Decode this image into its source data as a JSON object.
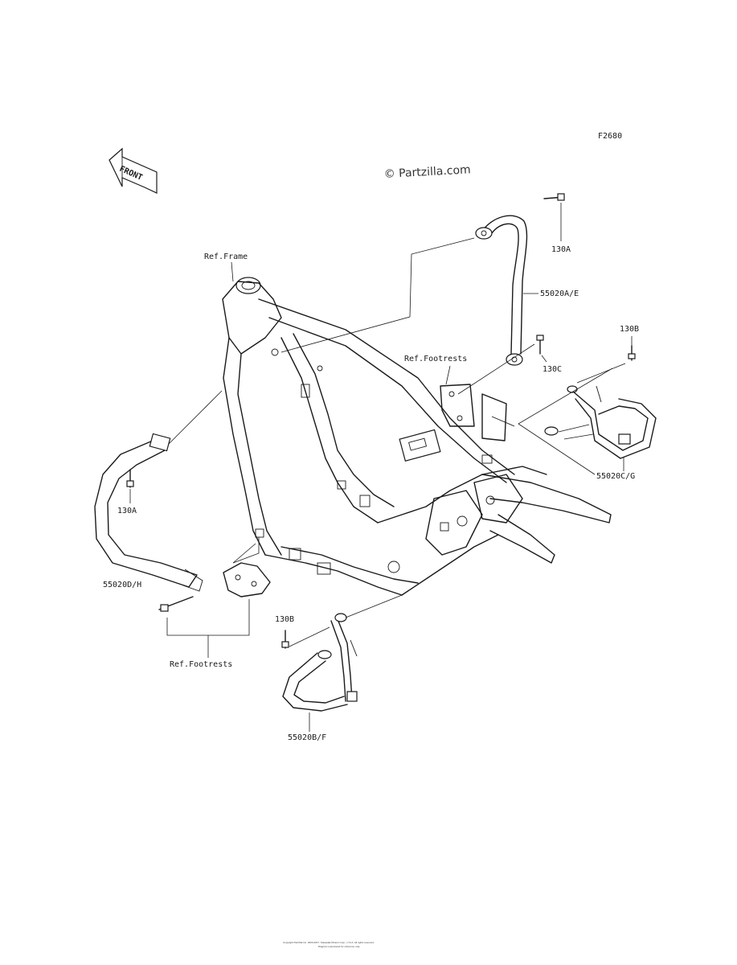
{
  "diagram_code": "F2680",
  "watermark": "© Partzilla.com",
  "front_arrow_label": "FRONT",
  "labels": {
    "ref_frame": "Ref.Frame",
    "ref_footrests_upper": "Ref.Footrests",
    "ref_footrests_lower": "Ref.Footrests",
    "part_55020AE": "55020A/E",
    "part_55020CG": "55020C/G",
    "part_55020DH": "55020D/H",
    "part_55020BF": "55020B/F",
    "bolt_130A_top": "130A",
    "bolt_130A_left": "130A",
    "bolt_130B_right": "130B",
    "bolt_130B_lower": "130B",
    "bolt_130C": "130C"
  },
  "footer": {
    "line1": "Copyright Partzilla Inc. 2003-2017. Kawasaki Motors Corp., U.S.A. All rights reserved.",
    "line2": "Diagram reproduced for reference only."
  }
}
